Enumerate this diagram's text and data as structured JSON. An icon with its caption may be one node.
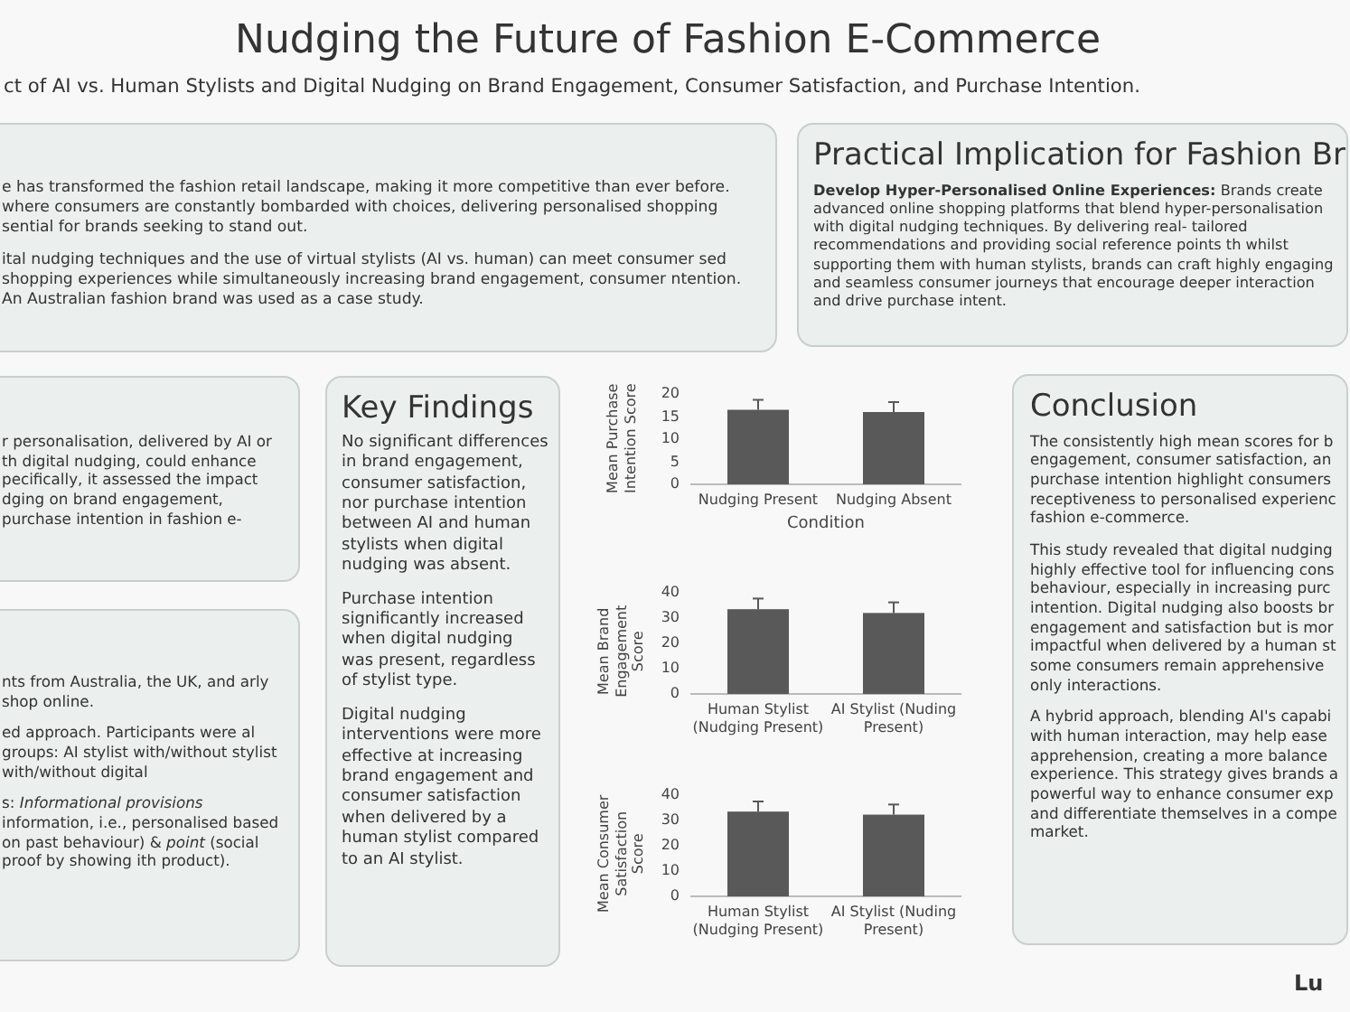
{
  "diagram": {
    "title": "Nudging the Future of Fashion E-Commerce",
    "nodes": [
      {
        "text": [
          "e has transformed the fashion retail landscape, making it more competitive than ever before. where consumers are constantly bombarded with choices, delivering personalised shopping sential for brands seeking to stand out.",
          "ital nudging techniques and the use of virtual stylists (AI vs. human) can meet consumer sed shopping experiences while simultaneously increasing brand engagement, consumer ntention. An Australian fashion brand was used as a case study."
        ]
      },
      {
        "text": [
          "Practical Implication for Fashion Br",
          "**Develop Hyper-Personalised Online Experiences:** Brands create advanced online shopping platforms that blend hyper-personalisation with digital nudging techniques. By delivering real- tailored recommendations and providing social reference points th whilst supporting them with human stylists, brands can craft highly engaging and seamless consumer journeys that encourage deeper interaction and drive purchase intent."
        ]
      },
      {
        "text": [
          "r personalisation, delivered by AI or th digital nudging, could enhance pecifically, it assessed the impact dging on brand engagement, purchase intention in fashion e-"
        ]
      },
      {
        "text": [
          "nts from Australia, the UK, and arly shop online.",
          "ed approach. Participants were al groups: AI stylist with/without stylist with/without digital",
          "s: *Informational provisions* information, i.e., personalised based on past behaviour) & *point* (social proof by showing ith product)."
        ]
      },
      {
        "text": [
          "Key Findings",
          "No significant differences in brand engagement, consumer satisfaction, nor purchase intention between AI and human stylists when digital nudging was absent.",
          "Purchase intention significantly increased when digital nudging was present, regardless of stylist type.",
          "Digital nudging interventions were more effective at increasing brand engagement and consumer satisfaction when delivered by a human stylist compared to an AI stylist."
        ]
      },
      {
        "text": [
          "Conclusion",
          "The consistently high mean scores for b engagement, consumer satisfaction, an purchase intention highlight consumers receptiveness to personalised experienc fashion e-commerce.",
          "This study revealed that digital nudging highly effective tool for influencing cons behaviour, especially in increasing purc intention. Digital nudging also boosts br engagement and satisfaction but is mor impactful when delivered by a human st some consumers remain apprehensive only interactions.",
          "A hybrid approach, blending AI's capabi with human interaction, may help ease apprehension, creating a more balance experience. This strategy gives brands a powerful way to enhance consumer exp and differentiate themselves in a compe market."
        ]
      }
    ],
    "labels": [
      "ct of AI vs. Human Stylists and Digital Nudging on Brand Engagement, Consumer Satisfaction, and Purchase Intention.",
      "Lu"
    ],
    "chart_data": [
      {
        "type": "bar",
        "xlabel": "Condition",
        "ylabel": "Mean Purchase Intention Score",
        "categories": [
          "Nudging Present",
          "Nudging Absent"
        ],
        "values": [
          16.5,
          16
        ],
        "ylim": [
          0,
          20
        ],
        "yticks": [
          0,
          5,
          10,
          15,
          20
        ]
      },
      {
        "type": "bar",
        "ylabel": "Mean Brand Engagement Score",
        "categories": [
          "Human Stylist (Nudging Present)",
          "AI Stylist (Nuding Present)"
        ],
        "values": [
          33.5,
          32
        ],
        "ylim": [
          0,
          40
        ],
        "yticks": [
          0,
          10,
          20,
          30,
          40
        ]
      },
      {
        "type": "bar",
        "ylabel": "Mean Consumer Satisfaction Score",
        "categories": [
          "Human Stylist (Nudging Present)",
          "AI Stylist (Nuding Present)"
        ],
        "values": [
          33.5,
          32.3
        ],
        "ylim": [
          0,
          40
        ],
        "yticks": [
          0,
          10,
          20,
          30,
          40
        ]
      }
    ]
  }
}
